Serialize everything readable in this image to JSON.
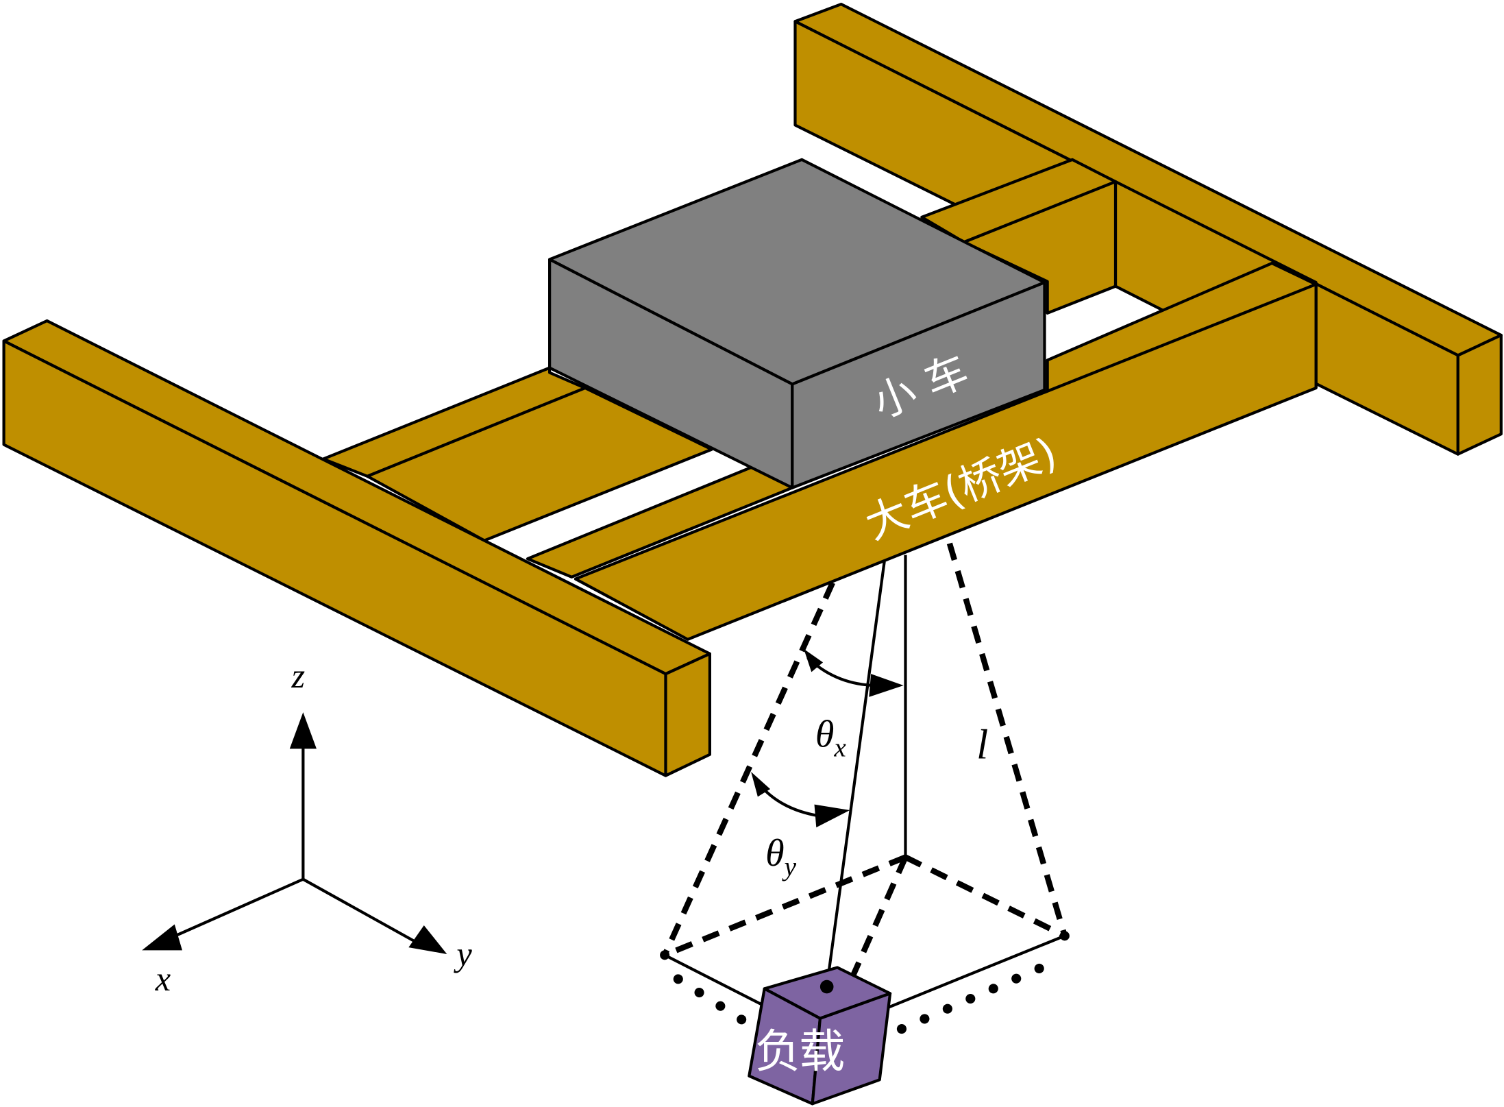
{
  "diagram": {
    "title": "Bridge crane with trolley and suspended load",
    "labels": {
      "trolley": "小 车",
      "bridge": "大车(桥架)",
      "load": "负载",
      "theta_x": "θ",
      "theta_x_sub": "x",
      "theta_y": "θ",
      "theta_y_sub": "y",
      "rope_length": "l",
      "axis_x": "x",
      "axis_y": "y",
      "axis_z": "z"
    },
    "colors": {
      "beam": "#bf8f00",
      "trolley": "#808080",
      "load": "#7e64a2",
      "line": "#000000",
      "text_on_fill": "#ffffff"
    }
  }
}
